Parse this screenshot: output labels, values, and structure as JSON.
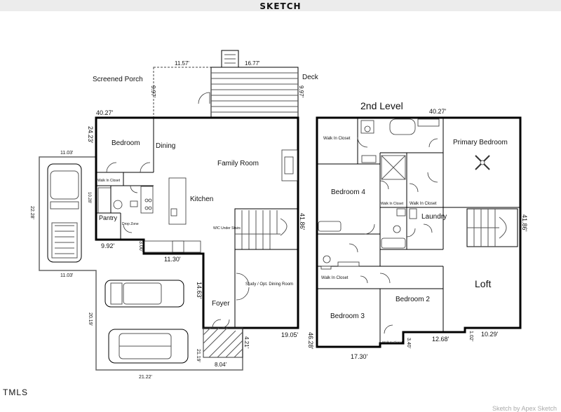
{
  "header": {
    "title": "SKETCH"
  },
  "footer": {
    "brand": "TMLS",
    "watermark": "Sketch by Apex Sketch"
  },
  "first_floor": {
    "rooms": {
      "screened_porch": "Screened Porch",
      "deck": "Deck",
      "bedroom": "Bedroom",
      "dining": "Dining",
      "family_room": "Family Room",
      "walk_in_closet": "Walk In Closet",
      "kitchen": "Kitchen",
      "pantry": "Pantry",
      "drop_zone": "Drop Zone",
      "wic_under_stairs": "WIC Under Stairs",
      "study": "Study / Opt. Dining Room",
      "foyer": "Foyer"
    },
    "dims": {
      "porch_top": "11.57'",
      "deck_top": "16.77'",
      "porch_side": "9.97'",
      "deck_side": "9.97'",
      "house_top": "40.27'",
      "house_left": "24.23'",
      "garage_top": "11.03'",
      "garage_left": "22.28'",
      "garage_bottom": "11.03'",
      "closet_side": "10.28'",
      "house_right": "41.86'",
      "pantry_bottom": "9.92'",
      "mud_side": "3.00'",
      "kitchen_bottom": "11.30'",
      "foyer_side": "14.63'",
      "garage_right": "20.19'",
      "porch_front_side": "21.19'",
      "bottom_right": "19.05'",
      "stoop_side": "4.21'",
      "stoop_bottom": "8.04'",
      "garage_full_bottom": "21.22'"
    }
  },
  "second_floor": {
    "title": "2nd Level",
    "rooms": {
      "walk_in_closet_top": "Walk In Closet",
      "primary_bedroom": "Primary Bedroom",
      "bedroom4": "Bedroom 4",
      "walk_in_closet_mid": "Walk In Closet",
      "walk_in_closet_right": "Walk In Closet",
      "laundry": "Laundry",
      "loft": "Loft",
      "walk_in_closet_low": "Walk In Closet",
      "bedroom2": "Bedroom 2",
      "bedroom3": "Bedroom 3",
      "walk_in_closet_bottom": "Walk In Closet"
    },
    "dims": {
      "top": "40.27'",
      "right": "41.86'",
      "left": "46.28'",
      "bottom_left": "17.30'",
      "bottom_notch": "3.40'",
      "bottom_mid": "12.68'",
      "loft_step": "1.02'",
      "bottom_right": "10.29'"
    }
  }
}
